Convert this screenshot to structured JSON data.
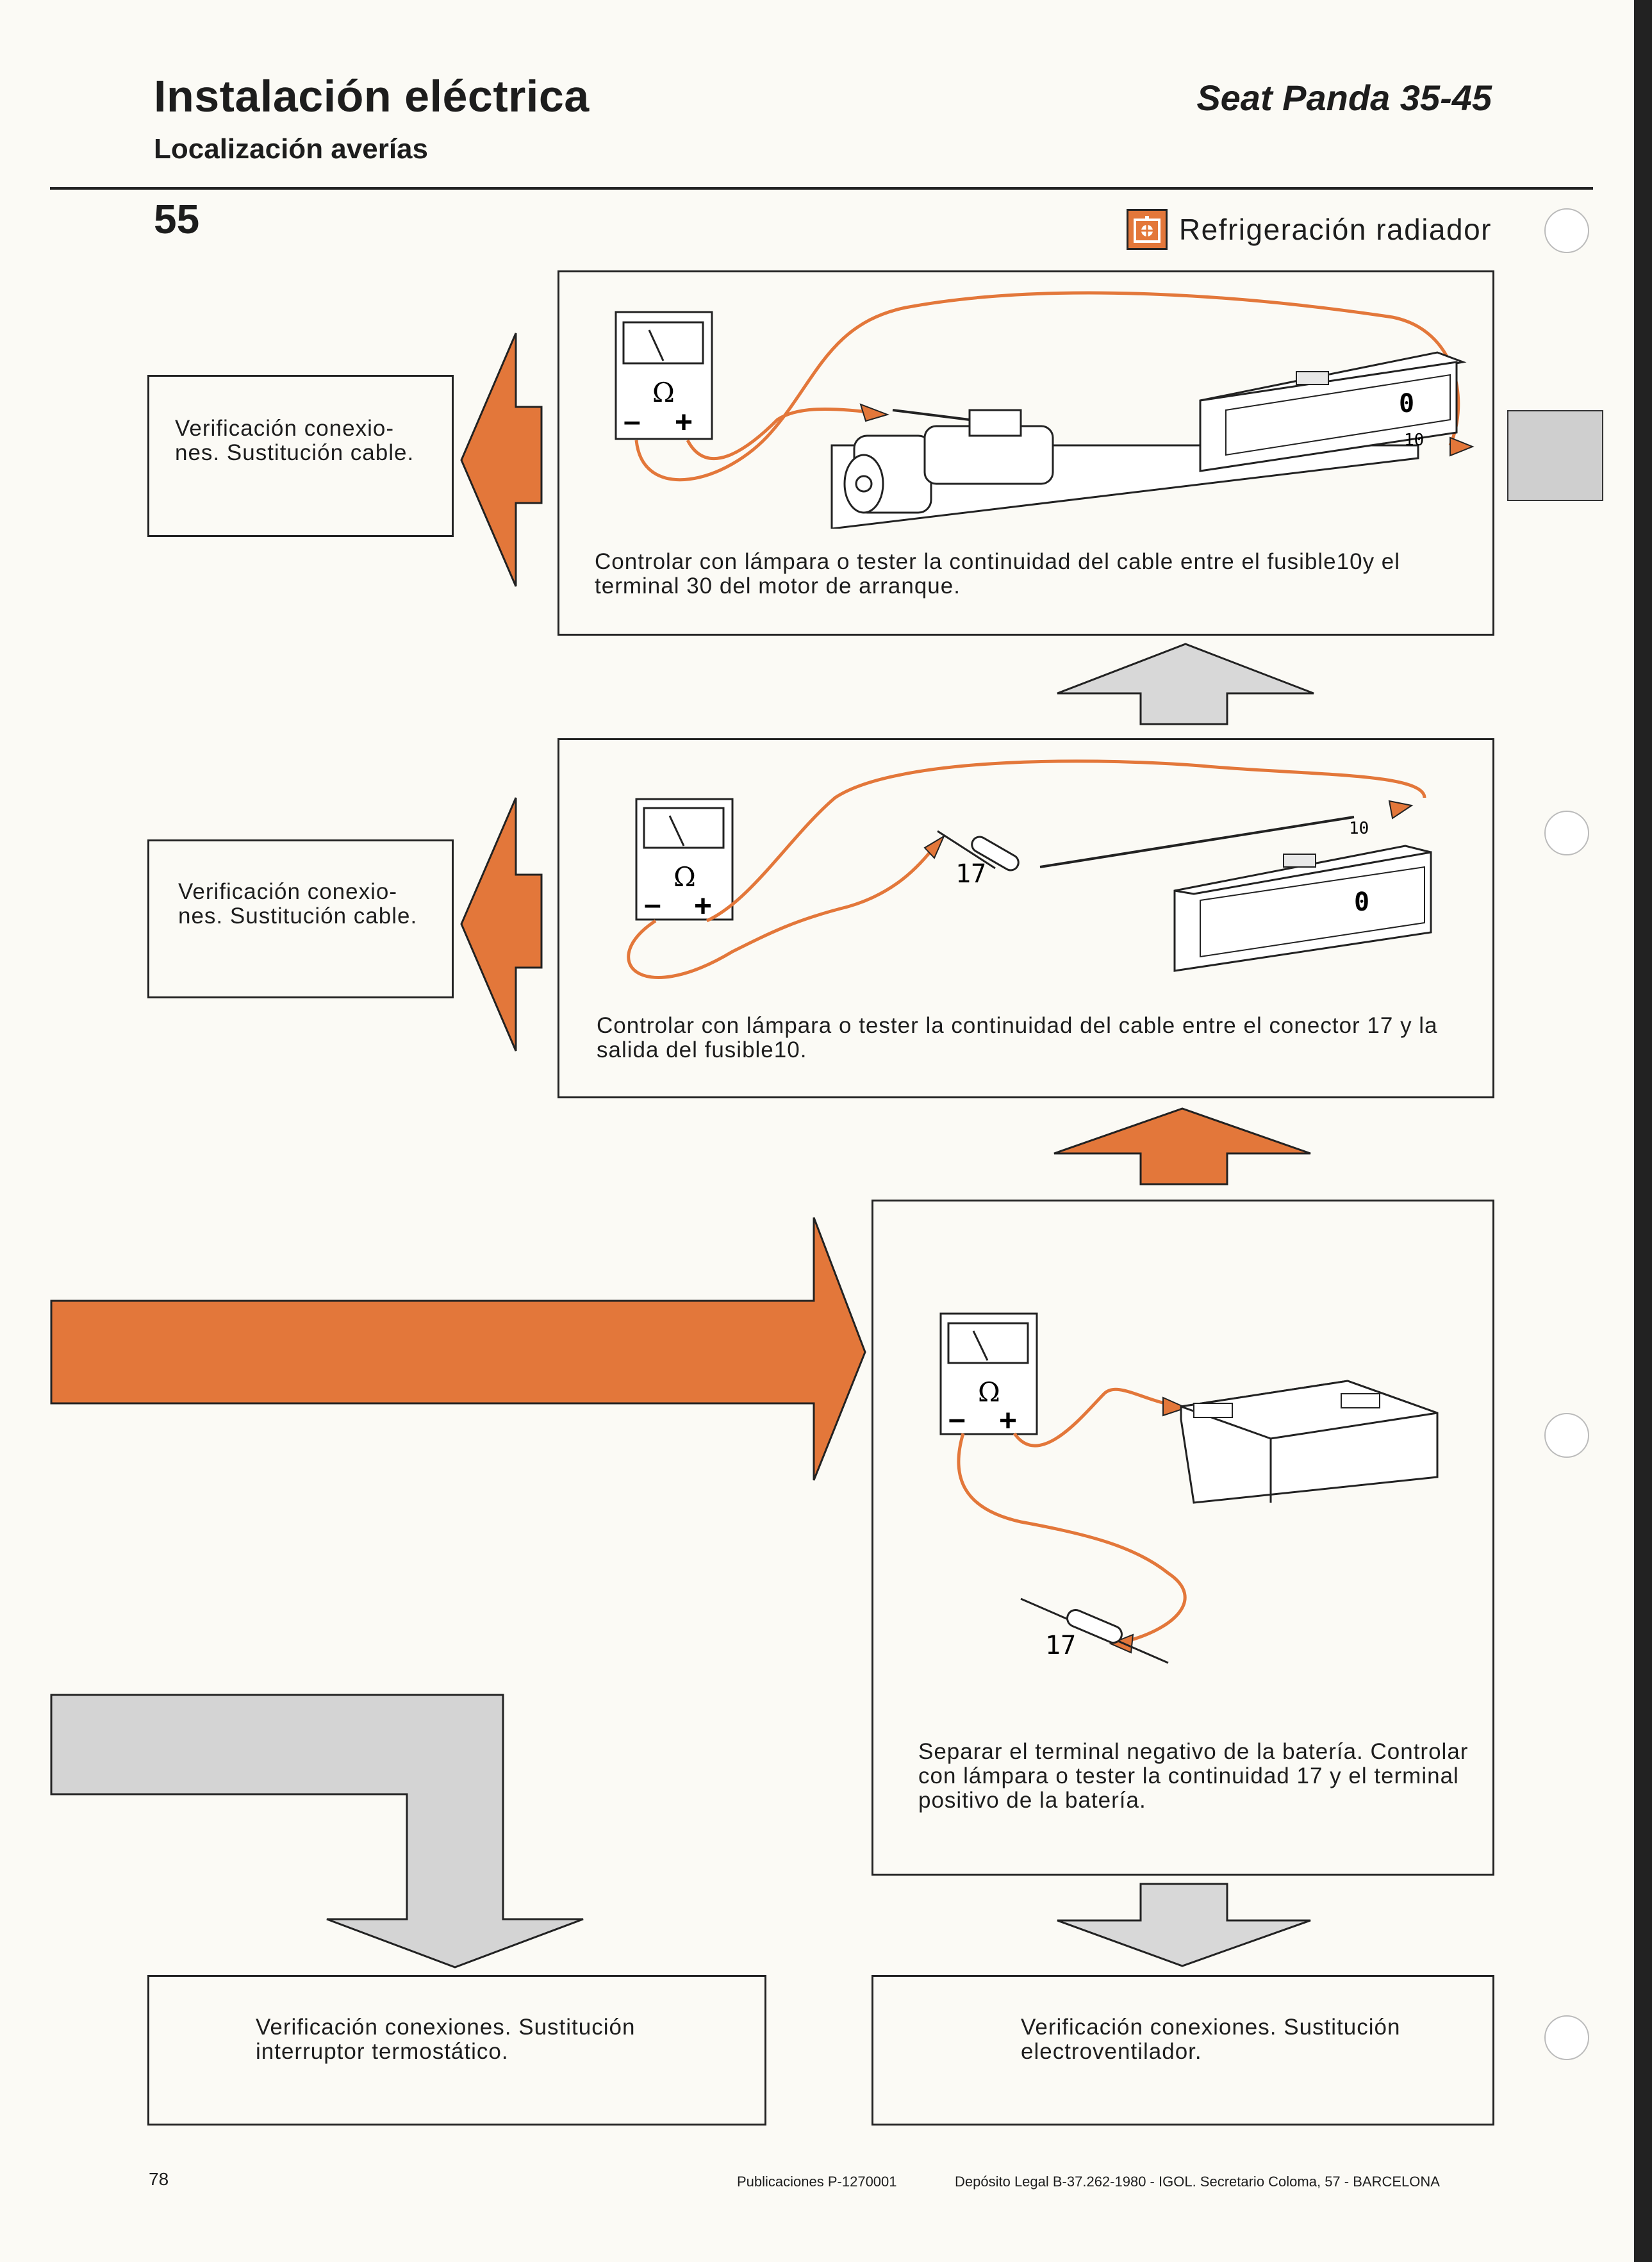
{
  "header": {
    "title": "Instalación eléctrica",
    "subtitle": "Localización averías",
    "model": "Seat Panda 35-45",
    "section_number": "55",
    "section_title": "Refrigeración radiador"
  },
  "colors": {
    "accent": "#e3773a",
    "ink": "#1d1d1d",
    "paper": "#fbfaf5"
  },
  "steps": [
    {
      "instruction": "Controlar con lámpara o tester la continuidad del cable entre el fusible10y el terminal 30 del motor de arranque.",
      "side_action": "Verificación conexio-nes. Sustitución cable.",
      "meter_symbol": "Ω",
      "fuse_labels": [
        "0",
        "10"
      ]
    },
    {
      "instruction": "Controlar con lámpara o tester la continuidad del cable entre el conector 17 y la salida del fusible10.",
      "side_action": "Verificación conexio-nes. Sustitución cable.",
      "meter_symbol": "Ω",
      "connector_label": "17",
      "fuse_labels": [
        "10",
        "0"
      ]
    },
    {
      "instruction": "Separar el terminal negativo de la batería. Controlar con lámpara o tester la continuidad 17 y el terminal positivo de la batería.",
      "meter_symbol": "Ω",
      "connector_label": "17"
    }
  ],
  "outcomes": {
    "left": "Verificación conexiones. Sustitución interruptor termostático.",
    "right": "Verificación conexiones. Sustitución electroventilador."
  },
  "footer": {
    "page_number": "78",
    "publication": "Publicaciones P-1270001",
    "legal": "Depósito Legal B-37.262-1980 - IGOL. Secretario Coloma, 57 - BARCELONA"
  }
}
